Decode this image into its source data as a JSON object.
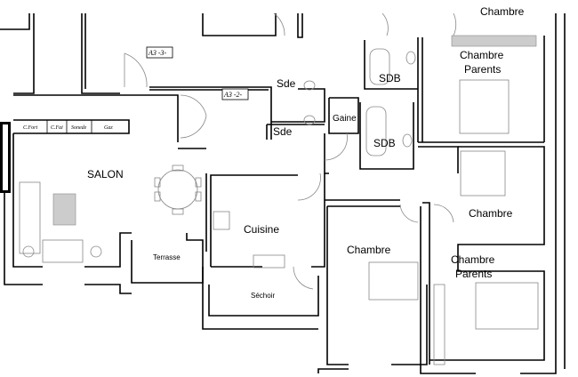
{
  "plan": {
    "rooms": {
      "chambre_top_cut": "Chambre",
      "chambre_parents_top_line1": "Chambre",
      "chambre_parents_top_line2": "Parents",
      "sde_1": "Sde",
      "sde_2": "Sde",
      "gaine": "Gaine",
      "sdb_1": "SDB",
      "sdb_2": "SDB",
      "salon": "SALON",
      "cuisine": "Cuisine",
      "terrasse": "Terrasse",
      "sechoir": "Séchoir",
      "chambre_middle": "Chambre",
      "chambre_right": "Chambre",
      "chambre_parents_bottom_line1": "Chambre",
      "chambre_parents_bottom_line2": "Parents"
    },
    "tags": {
      "a3_3": "A3 -3-",
      "a3_2": "A3 -2-"
    },
    "cabinets": [
      "C.Fort",
      "C.Fai",
      "Sonede",
      "Gaz"
    ]
  }
}
